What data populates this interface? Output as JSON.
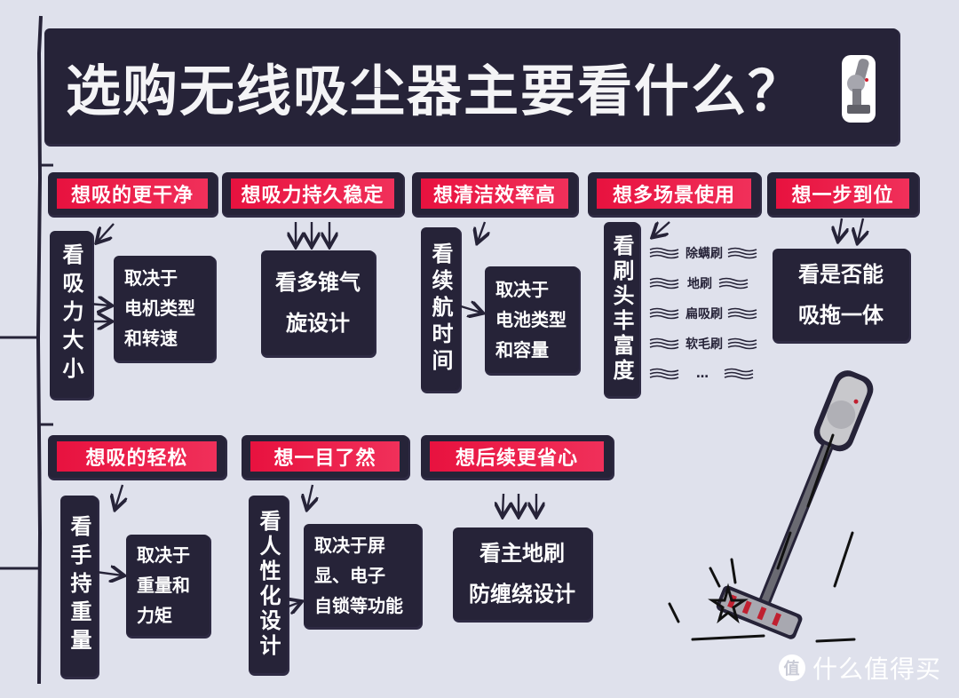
{
  "title": "选购无线吸尘器主要看什么？",
  "colors": {
    "background": "#dfe1ec",
    "dark_box": "#262338",
    "accent_red": "#e8123f",
    "text_light": "#ffffff"
  },
  "sections": [
    {
      "header": "想吸的更干净",
      "look": "看吸力大小",
      "detail": [
        "取决于",
        "电机类型",
        "和转速"
      ]
    },
    {
      "header": "想吸力持久稳定",
      "look_lines": [
        "看多锥气",
        "旋设计"
      ]
    },
    {
      "header": "想清洁效率高",
      "look": "看续航时间",
      "detail": [
        "取决于",
        "电池类型",
        "和容量"
      ]
    },
    {
      "header": "想多场景使用",
      "look": "看刷头丰富度",
      "brushes": [
        "除螨刷",
        "地刷",
        "扁吸刷",
        "软毛刷",
        "…"
      ]
    },
    {
      "header": "想一步到位",
      "look_lines": [
        "看是否能",
        "吸拖一体"
      ]
    },
    {
      "header": "想吸的轻松",
      "look": "看手持重量",
      "detail": [
        "取决于",
        "重量和",
        "力矩"
      ]
    },
    {
      "header": "想一目了然",
      "look": "看人性化设计",
      "detail": [
        "取决于屏",
        "显、电子",
        "自锁等功能"
      ]
    },
    {
      "header": "想后续更省心",
      "look_lines": [
        "看主地刷",
        "防缠绕设计"
      ]
    }
  ],
  "watermark": {
    "badge": "值",
    "text": "什么值得买"
  }
}
